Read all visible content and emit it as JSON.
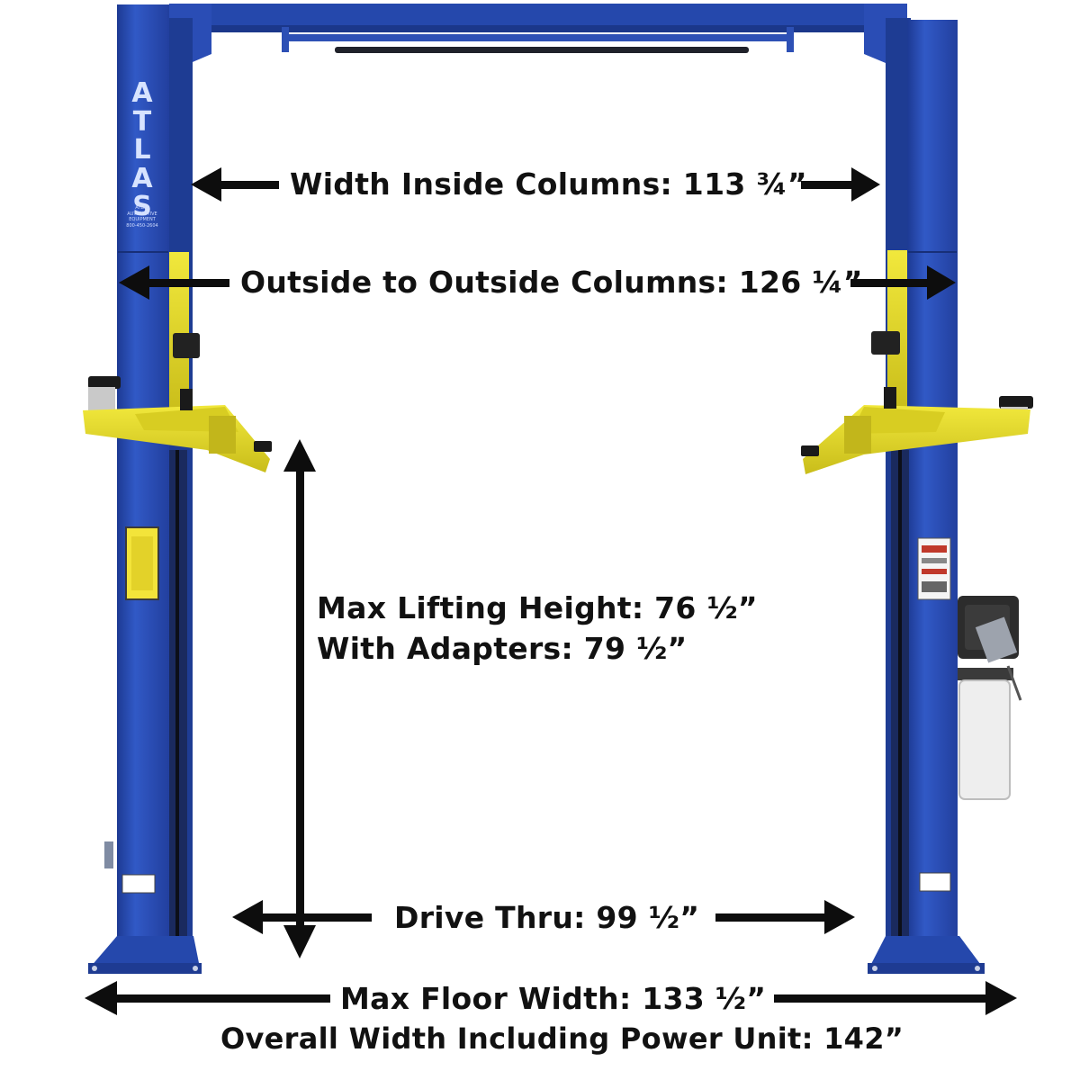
{
  "brand": {
    "name_letters": [
      "A",
      "T",
      "L",
      "A",
      "S"
    ],
    "fine_print": [
      "ATLAS AUTOMOTIVE",
      "EQUIPMENT",
      "800-450-2604"
    ]
  },
  "dimensions": {
    "width_inside_columns": "Width Inside Columns: 113 ¾”",
    "outside_to_outside_columns": "Outside to Outside Columns: 126 ¼”",
    "max_lifting_height": "Max Lifting Height: 76 ½”",
    "with_adapters": "With Adapters: 79 ½”",
    "drive_thru": "Drive Thru: 99 ½”",
    "max_floor_width": "Max Floor Width: 133 ½”",
    "overall_width": "Overall Width Including Power Unit: 142”"
  },
  "colors": {
    "column_blue": "#2a4fb8",
    "column_dark": "#1c3a8f",
    "arm_yellow": "#e9df2c",
    "arm_shadow": "#b9ad15",
    "arrow": "#0d0d0d"
  }
}
